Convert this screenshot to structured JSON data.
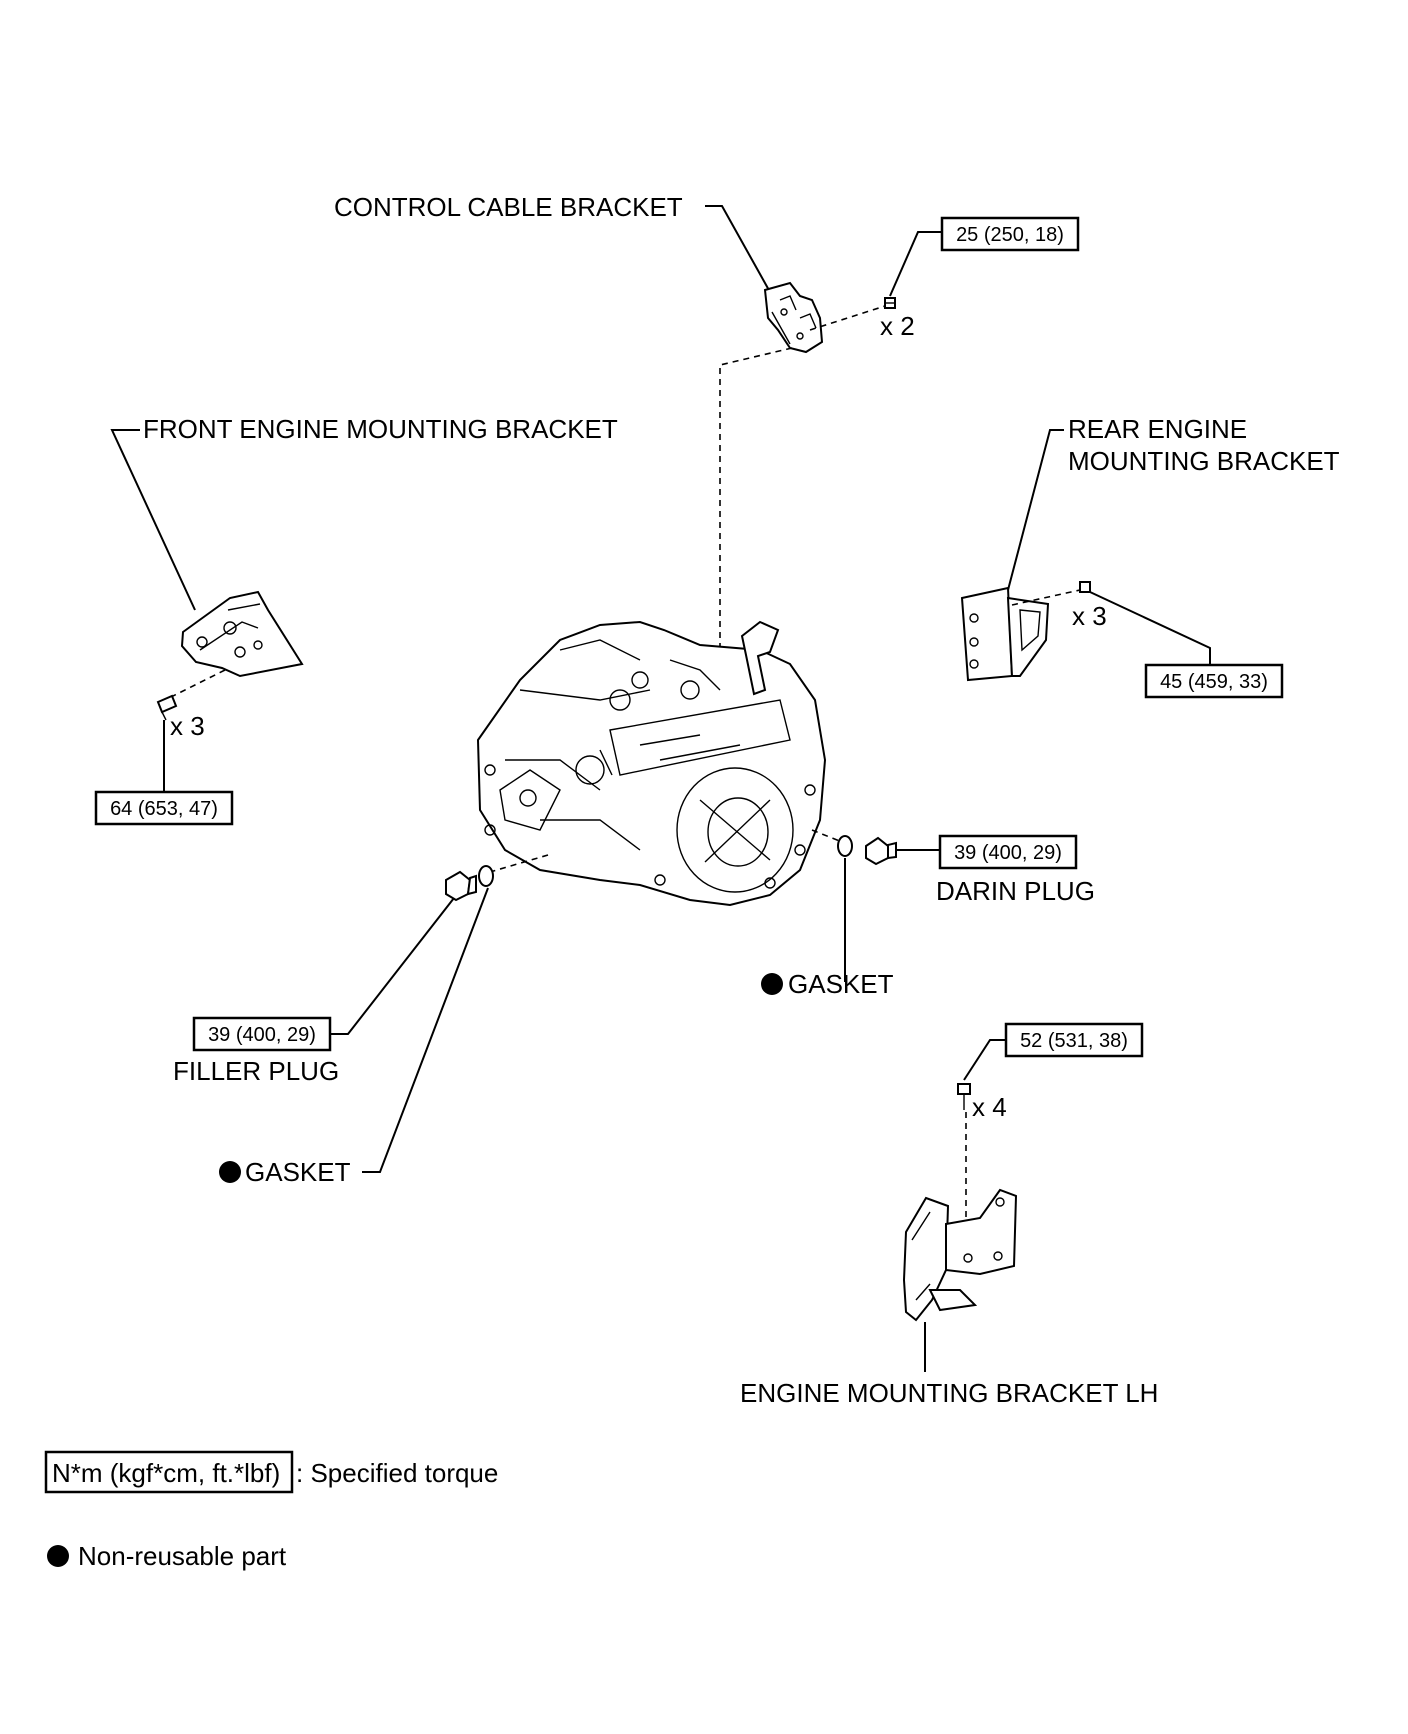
{
  "labels": {
    "control_cable_bracket": "CONTROL CABLE BRACKET",
    "front_engine_mounting_bracket": "FRONT ENGINE MOUNTING BRACKET",
    "rear_engine_mounting_bracket_line1": "REAR ENGINE",
    "rear_engine_mounting_bracket_line2": "MOUNTING BRACKET",
    "darin_plug": "DARIN PLUG",
    "filler_plug": "FILLER PLUG",
    "gasket_right": "GASKET",
    "gasket_left": "GASKET",
    "engine_mounting_bracket_lh": "ENGINE MOUNTING BRACKET LH"
  },
  "torques": {
    "control_cable_bracket": "25 (250, 18)",
    "rear_engine_mounting_bracket": "45 (459, 33)",
    "front_engine_mounting_bracket": "64 (653, 47)",
    "drain_plug": "39 (400, 29)",
    "filler_plug": "39 (400, 29)",
    "engine_mounting_bracket_lh": "52 (531, 38)"
  },
  "quantities": {
    "control_cable_bracket": "x 2",
    "rear_engine_mounting_bracket": "x 3",
    "front_engine_mounting_bracket": "x 3",
    "engine_mounting_bracket_lh": "x 4"
  },
  "legend": {
    "torque_unit": "N*m (kgf*cm, ft.*lbf)",
    "torque_desc": ": Specified torque",
    "non_reusable": "Non-reusable part"
  }
}
